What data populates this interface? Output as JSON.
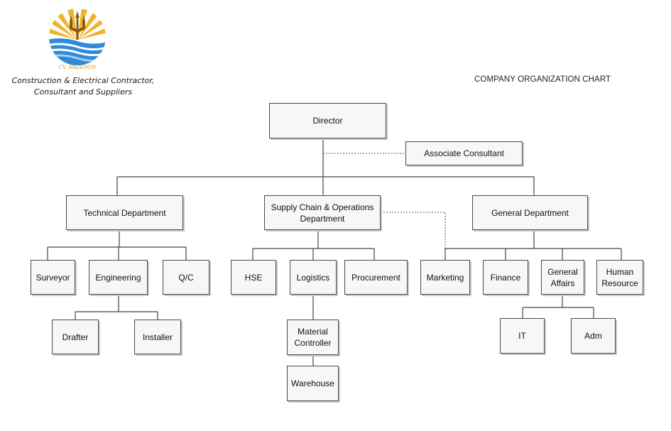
{
  "header": {
    "logo_text": "CV. HAZEDON",
    "tagline_line1": "Construction & Electrical Contractor,",
    "tagline_line2": "Consultant and Suppliers",
    "chart_title": "COMPANY ORGANIZATION CHART"
  },
  "org": {
    "director": "Director",
    "associate_consultant": "Associate Consultant",
    "technical_department": "Technical Department",
    "supply_chain_line1": "Supply Chain & Operations",
    "supply_chain_line2": "Department",
    "general_department": "General Department",
    "surveyor": "Surveyor",
    "engineering": "Engineering",
    "qc": "Q/C",
    "drafter": "Drafter",
    "installer": "Installer",
    "hse": "HSE",
    "logistics": "Logistics",
    "procurement": "Procurement",
    "material_controller_line1": "Material",
    "material_controller_line2": "Controller",
    "warehouse": "Warehouse",
    "marketing": "Marketing",
    "finance": "Finance",
    "general_affairs_line1": "General",
    "general_affairs_line2": "Affairs",
    "human_resource_line1": "Human",
    "human_resource_line2": "Resource",
    "it": "IT",
    "adm": "Adm"
  },
  "colors": {
    "box_fill": "#f7f7f7",
    "box_border": "#4a4a4a",
    "connector": "#444444",
    "logo_gold": "#f1b32b",
    "logo_blue": "#2f8ad8"
  }
}
